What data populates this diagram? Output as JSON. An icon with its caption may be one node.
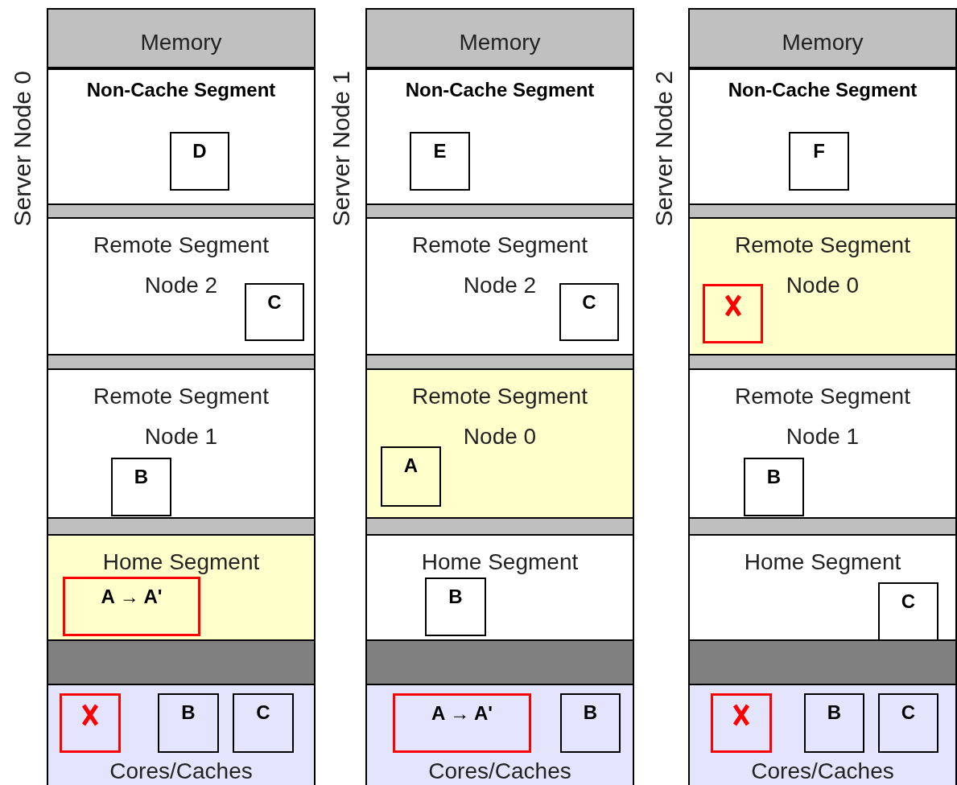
{
  "diagram": {
    "nodes": [
      {
        "text": [
          "Server Node 0"
        ]
      },
      {
        "text": [
          "Memory"
        ],
        "in": 0
      },
      {
        "text": [
          "Non-Cache Segment"
        ],
        "in": 0
      },
      {
        "text": [
          "D"
        ],
        "in": 2
      },
      {
        "text": [
          "Remote Segment Node 2"
        ],
        "in": 0
      },
      {
        "text": [
          "C"
        ],
        "in": 4
      },
      {
        "text": [
          "Remote Segment Node 1"
        ],
        "in": 0
      },
      {
        "text": [
          "B"
        ],
        "in": 6
      },
      {
        "text": [
          "Home Segment"
        ],
        "in": 0
      },
      {
        "text": [
          "A → A'"
        ],
        "in": 8
      },
      {
        "text": [],
        "shape": "bar",
        "in": 0
      },
      {
        "text": [
          "Cores/Caches"
        ],
        "in": 0
      },
      {
        "text": [],
        "shape": "box",
        "in": 11
      },
      {
        "text": [
          "B"
        ],
        "in": 11
      },
      {
        "text": [
          "C"
        ],
        "in": 11
      },
      {
        "text": [
          "Server Node 1"
        ]
      },
      {
        "text": [
          "Memory"
        ],
        "in": 15
      },
      {
        "text": [
          "Non-Cache Segment"
        ],
        "in": 15
      },
      {
        "text": [
          "E"
        ],
        "in": 17
      },
      {
        "text": [
          "Remote Segment Node 2"
        ],
        "in": 15
      },
      {
        "text": [
          "C"
        ],
        "in": 19
      },
      {
        "text": [
          "Remote Segment Node 0"
        ],
        "in": 15
      },
      {
        "text": [
          "A"
        ],
        "in": 21
      },
      {
        "text": [
          "Home Segment"
        ],
        "in": 15
      },
      {
        "text": [
          "B"
        ],
        "in": 23
      },
      {
        "text": [],
        "shape": "bar",
        "in": 15
      },
      {
        "text": [
          "Cores/Caches"
        ],
        "in": 15
      },
      {
        "text": [
          "A → A'"
        ],
        "in": 26
      },
      {
        "text": [
          "B"
        ],
        "in": 26
      },
      {
        "text": [
          "Server Node 2"
        ]
      },
      {
        "text": [
          "Memory"
        ],
        "in": 29
      },
      {
        "text": [
          "Non-Cache Segment"
        ],
        "in": 29
      },
      {
        "text": [
          "F"
        ],
        "in": 31
      },
      {
        "text": [
          "Remote Segment Node 0"
        ],
        "in": 29
      },
      {
        "text": [],
        "shape": "box",
        "in": 33
      },
      {
        "text": [
          "Remote Segment Node 1"
        ],
        "in": 29
      },
      {
        "text": [
          "B"
        ],
        "in": 35
      },
      {
        "text": [
          "Home Segment"
        ],
        "in": 29
      },
      {
        "text": [
          "C"
        ],
        "in": 37
      },
      {
        "text": [],
        "shape": "bar",
        "in": 29
      },
      {
        "text": [
          "Cores/Caches"
        ],
        "in": 29
      },
      {
        "text": [],
        "shape": "box",
        "in": 40
      },
      {
        "text": [
          "B"
        ],
        "in": 40
      },
      {
        "text": [
          "C"
        ],
        "in": 40
      }
    ]
  }
}
